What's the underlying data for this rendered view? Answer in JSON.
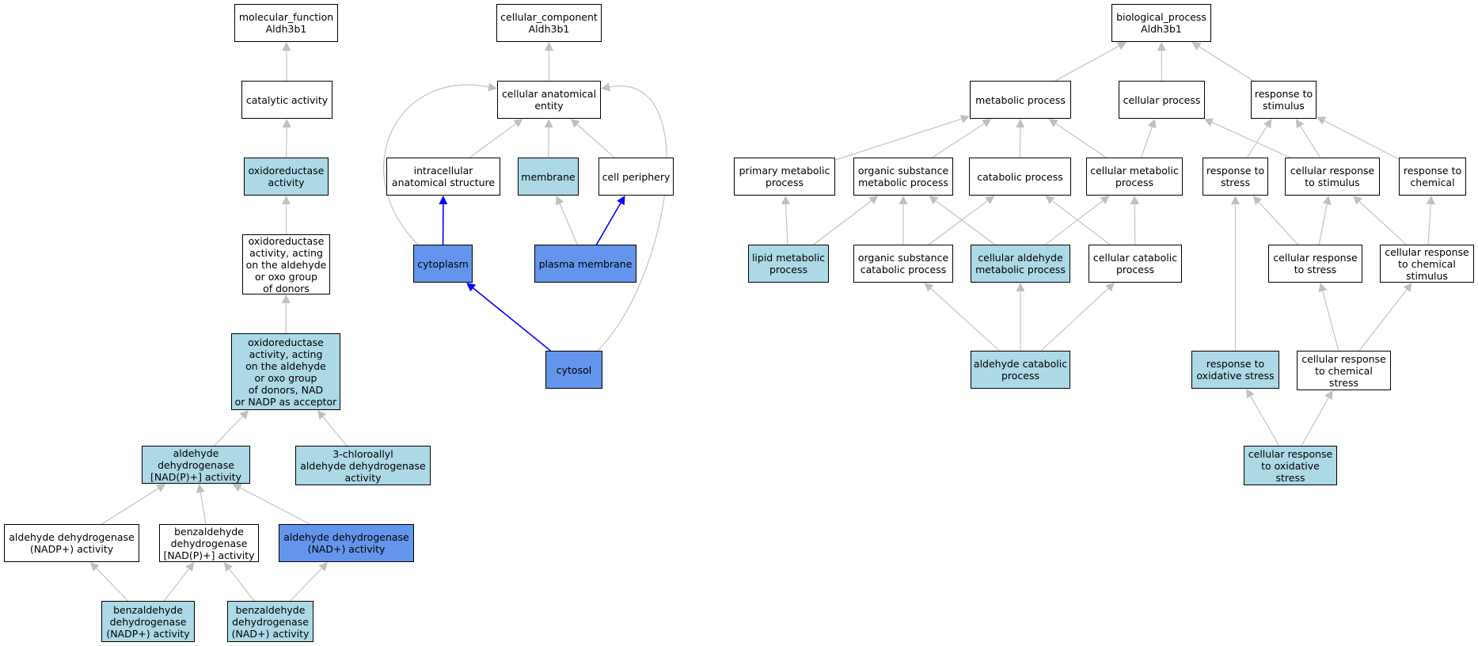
{
  "colors": {
    "background": "#ffffff",
    "plain": "#ffffff",
    "light": "#add8e6",
    "strong": "#6495ed",
    "edge_gray": "#c0c0c0",
    "edge_blue": "#0000ff",
    "border": "#000000"
  },
  "nodes": {
    "mf_root": {
      "label": "molecular_function\nAldh3b1",
      "style": "plain"
    },
    "catalytic": {
      "label": "catalytic activity",
      "style": "plain"
    },
    "oxred": {
      "label": "oxidoreductase\nactivity",
      "style": "light"
    },
    "oxred_ald": {
      "label": "oxidoreductase\nactivity, acting\non the aldehyde\nor oxo group\nof donors",
      "style": "plain"
    },
    "oxred_nad": {
      "label": "oxidoreductase\nactivity, acting\non the aldehyde\nor oxo group\nof donors, NAD\nor NADP as acceptor",
      "style": "light"
    },
    "ald_dh_napp": {
      "label": "aldehyde dehydrogenase\n[NAD(P)+] activity",
      "style": "light"
    },
    "chloroallyl": {
      "label": "3-chloroallyl\naldehyde dehydrogenase\nactivity",
      "style": "light"
    },
    "ald_dh_nadp": {
      "label": "aldehyde dehydrogenase\n(NADP+) activity",
      "style": "plain"
    },
    "benz_napp": {
      "label": "benzaldehyde\ndehydrogenase\n[NAD(P)+] activity",
      "style": "plain"
    },
    "ald_dh_nad": {
      "label": "aldehyde dehydrogenase\n(NAD+) activity",
      "style": "strong"
    },
    "benz_nadp": {
      "label": "benzaldehyde\ndehydrogenase\n(NADP+) activity",
      "style": "light"
    },
    "benz_nad": {
      "label": "benzaldehyde\ndehydrogenase\n(NAD+) activity",
      "style": "light"
    },
    "cc_root": {
      "label": "cellular_component\nAldh3b1",
      "style": "plain"
    },
    "cae": {
      "label": "cellular anatomical\nentity",
      "style": "plain"
    },
    "intracellular": {
      "label": "intracellular\nanatomical structure",
      "style": "plain"
    },
    "membrane": {
      "label": "membrane",
      "style": "light"
    },
    "periphery": {
      "label": "cell periphery",
      "style": "plain"
    },
    "cytoplasm": {
      "label": "cytoplasm",
      "style": "strong"
    },
    "plasma": {
      "label": "plasma membrane",
      "style": "strong"
    },
    "cytosol": {
      "label": "cytosol",
      "style": "strong"
    },
    "bp_root": {
      "label": "biological_process\nAldh3b1",
      "style": "plain"
    },
    "metabolic": {
      "label": "metabolic process",
      "style": "plain"
    },
    "cellular_proc": {
      "label": "cellular process",
      "style": "plain"
    },
    "resp_stim": {
      "label": "response to\nstimulus",
      "style": "plain"
    },
    "primary_met": {
      "label": "primary metabolic\nprocess",
      "style": "plain"
    },
    "org_sub_met": {
      "label": "organic substance\nmetabolic process",
      "style": "plain"
    },
    "catabolic": {
      "label": "catabolic process",
      "style": "plain"
    },
    "cell_met": {
      "label": "cellular metabolic\nprocess",
      "style": "plain"
    },
    "resp_stress": {
      "label": "response to\nstress",
      "style": "plain"
    },
    "cell_resp_stim": {
      "label": "cellular response\nto stimulus",
      "style": "plain"
    },
    "resp_chem": {
      "label": "response to\nchemical",
      "style": "plain"
    },
    "lipid_met": {
      "label": "lipid metabolic\nprocess",
      "style": "light"
    },
    "org_sub_cat": {
      "label": "organic substance\ncatabolic process",
      "style": "plain"
    },
    "cell_ald_met": {
      "label": "cellular aldehyde\nmetabolic process",
      "style": "light"
    },
    "cell_cat": {
      "label": "cellular catabolic\nprocess",
      "style": "plain"
    },
    "cell_resp_stress": {
      "label": "cellular response\nto stress",
      "style": "plain"
    },
    "cell_resp_chem_stim": {
      "label": "cellular response\nto chemical\nstimulus",
      "style": "plain"
    },
    "ald_cat": {
      "label": "aldehyde catabolic\nprocess",
      "style": "light"
    },
    "resp_ox": {
      "label": "response to\noxidative stress",
      "style": "light"
    },
    "cell_resp_chem_stress": {
      "label": "cellular response\nto chemical\nstress",
      "style": "plain"
    },
    "cell_resp_ox": {
      "label": "cellular response\nto oxidative\nstress",
      "style": "light"
    }
  },
  "edges": [
    {
      "from": "catalytic",
      "to": "mf_root",
      "color": "gray"
    },
    {
      "from": "oxred",
      "to": "catalytic",
      "color": "gray"
    },
    {
      "from": "oxred_ald",
      "to": "oxred",
      "color": "gray"
    },
    {
      "from": "oxred_nad",
      "to": "oxred_ald",
      "color": "gray"
    },
    {
      "from": "ald_dh_napp",
      "to": "oxred_nad",
      "color": "gray"
    },
    {
      "from": "chloroallyl",
      "to": "oxred_nad",
      "color": "gray"
    },
    {
      "from": "ald_dh_nadp",
      "to": "ald_dh_napp",
      "color": "gray"
    },
    {
      "from": "benz_napp",
      "to": "ald_dh_napp",
      "color": "gray"
    },
    {
      "from": "ald_dh_nad",
      "to": "ald_dh_napp",
      "color": "gray"
    },
    {
      "from": "benz_nadp",
      "to": "ald_dh_nadp",
      "color": "gray"
    },
    {
      "from": "benz_nadp",
      "to": "benz_napp",
      "color": "gray"
    },
    {
      "from": "benz_nad",
      "to": "benz_napp",
      "color": "gray"
    },
    {
      "from": "benz_nad",
      "to": "ald_dh_nad",
      "color": "gray"
    },
    {
      "from": "cae",
      "to": "cc_root",
      "color": "gray"
    },
    {
      "from": "intracellular",
      "to": "cae",
      "color": "gray"
    },
    {
      "from": "membrane",
      "to": "cae",
      "color": "gray"
    },
    {
      "from": "periphery",
      "to": "cae",
      "color": "gray"
    },
    {
      "from": "cytoplasm",
      "to": "intracellular",
      "color": "blue"
    },
    {
      "from": "cytoplasm",
      "to": "cae",
      "color": "gray",
      "curve": "left"
    },
    {
      "from": "plasma",
      "to": "membrane",
      "color": "gray"
    },
    {
      "from": "plasma",
      "to": "periphery",
      "color": "blue"
    },
    {
      "from": "cytosol",
      "to": "cytoplasm",
      "color": "blue"
    },
    {
      "from": "cytosol",
      "to": "cae",
      "color": "gray",
      "curve": "right"
    },
    {
      "from": "metabolic",
      "to": "bp_root",
      "color": "gray"
    },
    {
      "from": "cellular_proc",
      "to": "bp_root",
      "color": "gray"
    },
    {
      "from": "resp_stim",
      "to": "bp_root",
      "color": "gray"
    },
    {
      "from": "primary_met",
      "to": "metabolic",
      "color": "gray"
    },
    {
      "from": "org_sub_met",
      "to": "metabolic",
      "color": "gray"
    },
    {
      "from": "catabolic",
      "to": "metabolic",
      "color": "gray"
    },
    {
      "from": "cell_met",
      "to": "metabolic",
      "color": "gray"
    },
    {
      "from": "cell_met",
      "to": "cellular_proc",
      "color": "gray"
    },
    {
      "from": "resp_stress",
      "to": "resp_stim",
      "color": "gray"
    },
    {
      "from": "cell_resp_stim",
      "to": "resp_stim",
      "color": "gray"
    },
    {
      "from": "cell_resp_stim",
      "to": "cellular_proc",
      "color": "gray"
    },
    {
      "from": "resp_chem",
      "to": "resp_stim",
      "color": "gray"
    },
    {
      "from": "lipid_met",
      "to": "primary_met",
      "color": "gray"
    },
    {
      "from": "lipid_met",
      "to": "org_sub_met",
      "color": "gray"
    },
    {
      "from": "org_sub_cat",
      "to": "org_sub_met",
      "color": "gray"
    },
    {
      "from": "org_sub_cat",
      "to": "catabolic",
      "color": "gray"
    },
    {
      "from": "cell_ald_met",
      "to": "org_sub_met",
      "color": "gray"
    },
    {
      "from": "cell_ald_met",
      "to": "cell_met",
      "color": "gray"
    },
    {
      "from": "cell_cat",
      "to": "catabolic",
      "color": "gray"
    },
    {
      "from": "cell_cat",
      "to": "cell_met",
      "color": "gray"
    },
    {
      "from": "cell_resp_stress",
      "to": "resp_stress",
      "color": "gray"
    },
    {
      "from": "cell_resp_stress",
      "to": "cell_resp_stim",
      "color": "gray"
    },
    {
      "from": "cell_resp_chem_stim",
      "to": "cell_resp_stim",
      "color": "gray"
    },
    {
      "from": "cell_resp_chem_stim",
      "to": "resp_chem",
      "color": "gray"
    },
    {
      "from": "ald_cat",
      "to": "org_sub_cat",
      "color": "gray"
    },
    {
      "from": "ald_cat",
      "to": "cell_ald_met",
      "color": "gray"
    },
    {
      "from": "ald_cat",
      "to": "cell_cat",
      "color": "gray"
    },
    {
      "from": "resp_ox",
      "to": "resp_stress",
      "color": "gray"
    },
    {
      "from": "cell_resp_chem_stress",
      "to": "cell_resp_stress",
      "color": "gray"
    },
    {
      "from": "cell_resp_chem_stress",
      "to": "cell_resp_chem_stim",
      "color": "gray"
    },
    {
      "from": "cell_resp_ox",
      "to": "resp_ox",
      "color": "gray"
    },
    {
      "from": "cell_resp_ox",
      "to": "cell_resp_chem_stress",
      "color": "gray"
    }
  ]
}
